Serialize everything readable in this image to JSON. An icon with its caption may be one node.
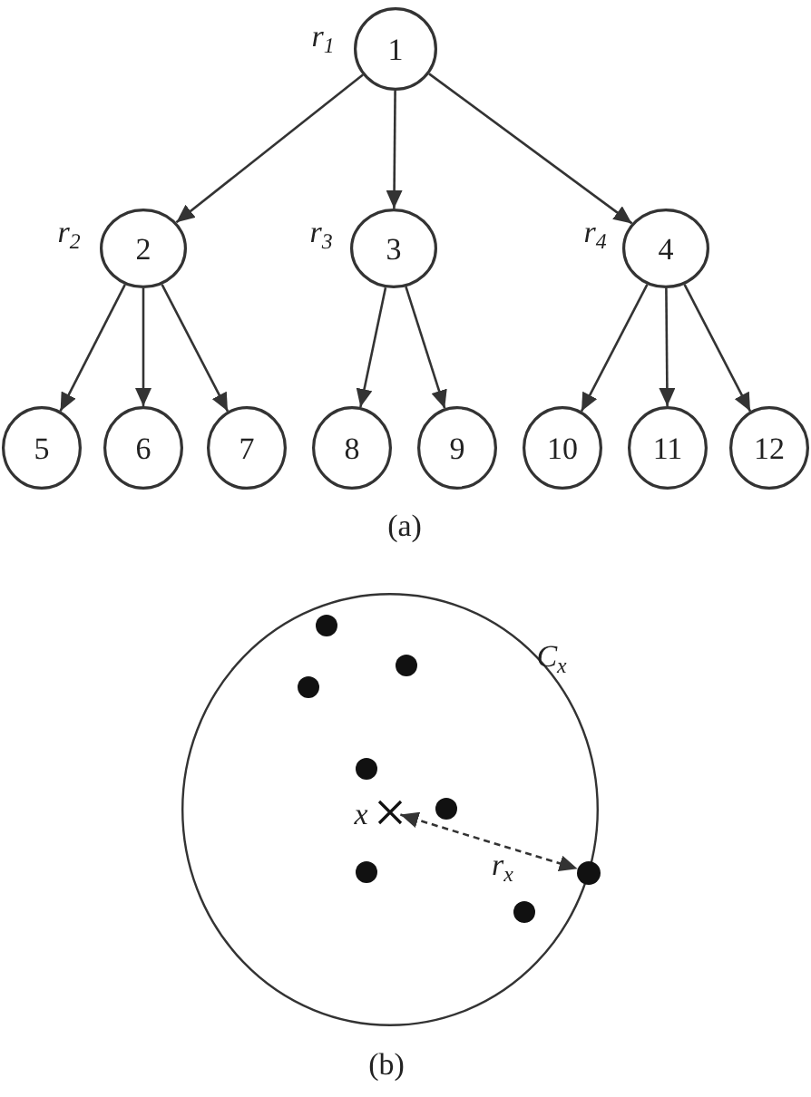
{
  "diagram": {
    "nodes": [
      {
        "text": [
          "1"
        ],
        "beside": [
          "r$_{1}$"
        ]
      },
      {
        "text": [
          "2"
        ],
        "beside": [
          "r$_{2}$"
        ]
      },
      {
        "text": [
          "3"
        ],
        "beside": [
          "r$_{3}$"
        ]
      },
      {
        "text": [
          "4"
        ],
        "beside": [
          "r$_{4}$"
        ]
      },
      {
        "text": [
          "5"
        ]
      },
      {
        "text": [
          "6"
        ]
      },
      {
        "text": [
          "7"
        ]
      },
      {
        "text": [
          "8"
        ]
      },
      {
        "text": [
          "9"
        ]
      },
      {
        "text": [
          "10"
        ]
      },
      {
        "text": [
          "11"
        ]
      },
      {
        "text": [
          "12"
        ]
      },
      {
        "text": [],
        "shape": "circle",
        "beside": [
          "C$_{x}$"
        ]
      },
      {
        "text": [],
        "shape": "cross",
        "beside": [
          "x"
        ],
        "in": 12
      },
      {
        "text": [],
        "shape": "circle"
      }
    ],
    "edges": [
      {
        "from": 0,
        "to": 1,
        "arrow": "to"
      },
      {
        "from": 0,
        "to": 2,
        "arrow": "to"
      },
      {
        "from": 0,
        "to": 3,
        "arrow": "to"
      },
      {
        "from": 1,
        "to": 4,
        "arrow": "to"
      },
      {
        "from": 1,
        "to": 5,
        "arrow": "to"
      },
      {
        "from": 1,
        "to": 6,
        "arrow": "to"
      },
      {
        "from": 2,
        "to": 7,
        "arrow": "to"
      },
      {
        "from": 2,
        "to": 8,
        "arrow": "to"
      },
      {
        "from": 3,
        "to": 9,
        "arrow": "to"
      },
      {
        "from": 3,
        "to": 10,
        "arrow": "to"
      },
      {
        "from": 3,
        "to": 11,
        "arrow": "to"
      },
      {
        "from": 13,
        "to": 14,
        "arrow": "both",
        "style": "dashed",
        "label": "r$_{x}$"
      }
    ],
    "labels": [
      "(a)",
      "(b)"
    ]
  }
}
